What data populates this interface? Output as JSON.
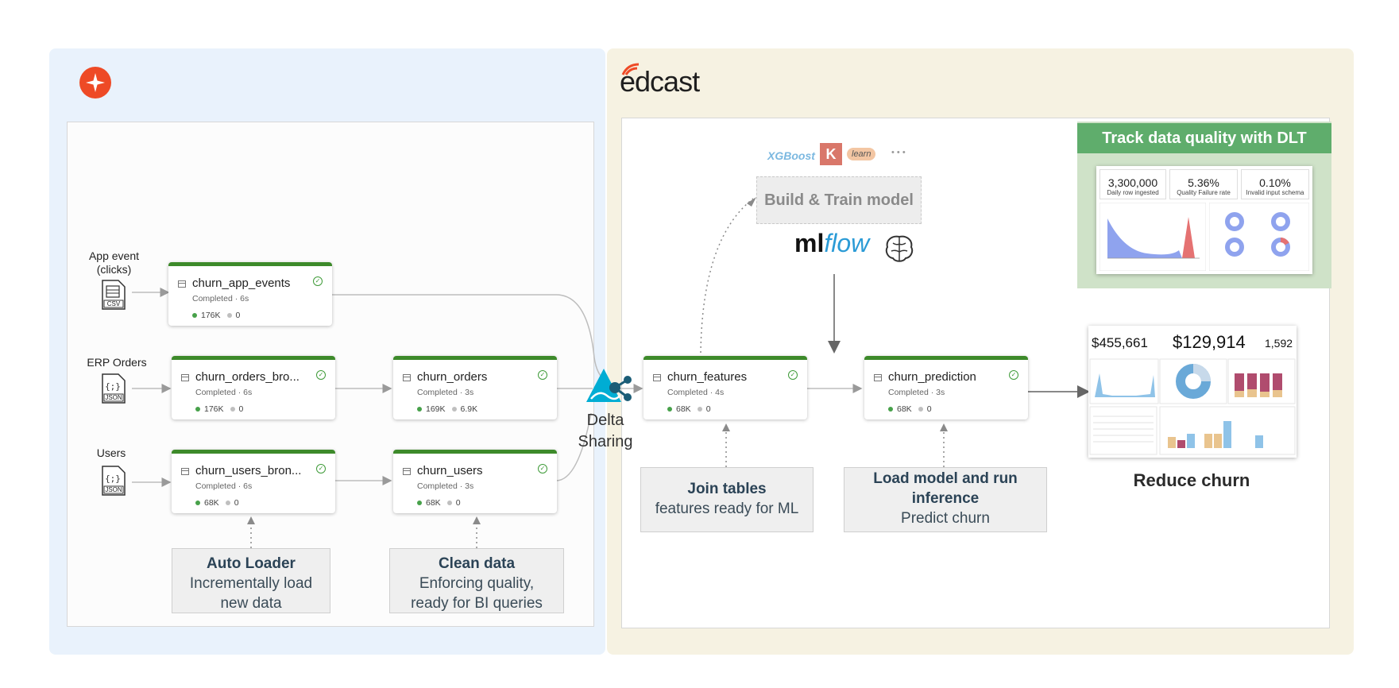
{
  "sources": {
    "app_event": {
      "label": "App event (clicks)",
      "file_type": "CSV"
    },
    "erp_orders": {
      "label": "ERP Orders",
      "file_type": "JSON"
    },
    "users": {
      "label": "Users",
      "file_type": "JSON"
    }
  },
  "nodes": {
    "churn_app_events": {
      "name": "churn_app_events",
      "status": "Completed · 6s",
      "rows": "176K",
      "errors": "0"
    },
    "churn_orders_bronze": {
      "name": "churn_orders_bro...",
      "status": "Completed · 6s",
      "rows": "176K",
      "errors": "0"
    },
    "churn_orders": {
      "name": "churn_orders",
      "status": "Completed · 3s",
      "rows": "169K",
      "errors": "6.9K"
    },
    "churn_users_bronze": {
      "name": "churn_users_bron...",
      "status": "Completed · 6s",
      "rows": "68K",
      "errors": "0"
    },
    "churn_users": {
      "name": "churn_users",
      "status": "Completed · 3s",
      "rows": "68K",
      "errors": "0"
    },
    "churn_features": {
      "name": "churn_features",
      "status": "Completed · 4s",
      "rows": "68K",
      "errors": "0"
    },
    "churn_prediction": {
      "name": "churn_prediction",
      "status": "Completed · 3s",
      "rows": "68K",
      "errors": "0"
    }
  },
  "notes": {
    "auto_loader": {
      "title": "Auto Loader",
      "line1": "Incrementally load",
      "line2": "new data"
    },
    "clean_data": {
      "title": "Clean data",
      "line1": "Enforcing quality,",
      "line2": "ready for BI queries"
    },
    "join_tables": {
      "title": "Join tables",
      "line1": "features ready for ML"
    },
    "load_model": {
      "title": "Load model and run inference",
      "line1": "Predict churn"
    }
  },
  "delta_sharing": {
    "line1": "Delta",
    "line2": "Sharing"
  },
  "brand": {
    "right_logo": "edcast"
  },
  "build_train": {
    "label": "Build & Train model"
  },
  "ml_libs": {
    "xgboost": "XGBoost",
    "keras": "K",
    "sklearn": "learn",
    "more": "• • •"
  },
  "mlflow": {
    "ml": "ml",
    "flow": "flow"
  },
  "dlt": {
    "title": "Track data quality with DLT",
    "kpis": [
      {
        "value": "3,300,000",
        "label": "Daily row ingested"
      },
      {
        "value": "5.36%",
        "label": "Quality Failure rate"
      },
      {
        "value": "0.10%",
        "label": "Invalid input schema"
      }
    ]
  },
  "churn_dashboard": {
    "kpis": [
      {
        "value": "$455,661"
      },
      {
        "value": "$129,914"
      },
      {
        "value": "1,592"
      }
    ]
  },
  "reduce_churn": {
    "label": "Reduce churn"
  },
  "colors": {
    "left_bg": "#e9f2fc",
    "right_bg": "#f6f2e2",
    "node_accent": "#3d8a2a",
    "databricks_red": "#ee4a26",
    "dlt_green": "#5fad6c",
    "delta_blue": "#00add4"
  },
  "icons": [
    "databricks-logo-icon",
    "csv-file-icon",
    "json-file-icon",
    "table-icon",
    "check-circle-icon",
    "delta-sharing-icon",
    "brain-icon"
  ]
}
